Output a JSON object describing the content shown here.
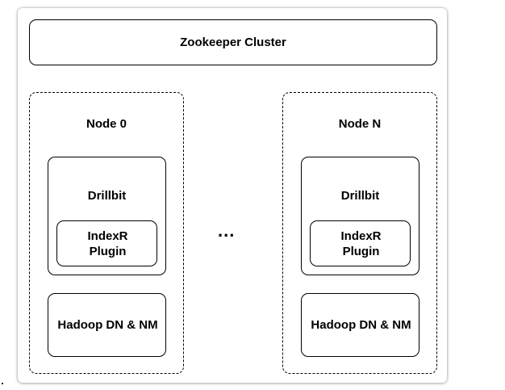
{
  "cluster": {
    "label": "Zookeeper Cluster"
  },
  "nodes": [
    {
      "title": "Node 0",
      "drillbit_label": "Drillbit",
      "plugin_label": "IndexR Plugin",
      "hadoop_label": "Hadoop DN & NM"
    },
    {
      "title": "Node N",
      "drillbit_label": "Drillbit",
      "plugin_label": "IndexR Plugin",
      "hadoop_label": "Hadoop DN & NM"
    }
  ],
  "ellipsis": "..."
}
